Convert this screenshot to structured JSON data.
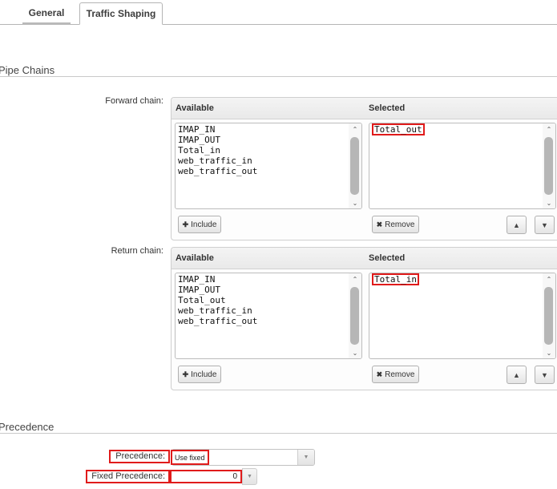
{
  "tabs": [
    {
      "id": "general",
      "label": "General",
      "active": false
    },
    {
      "id": "traffic-shaping",
      "label": "Traffic Shaping",
      "active": true
    }
  ],
  "sections": {
    "pipe_chains": {
      "legend": "Pipe Chains",
      "rows": [
        {
          "id": "forward-chain",
          "label": "Forward chain:",
          "available": {
            "header": "Available",
            "items": [
              "IMAP_IN",
              "IMAP_OUT",
              "Total_in",
              "web_traffic_in",
              "web_traffic_out"
            ],
            "include_button": "Include",
            "include_icon": "plus-icon"
          },
          "selected": {
            "header": "Selected",
            "items": [
              "Total_out"
            ],
            "highlighted_item": "Total_out",
            "remove_button": "Remove",
            "remove_icon": "cross-icon",
            "move_up_icon": "chevron-up-icon",
            "move_down_icon": "chevron-down-icon"
          }
        },
        {
          "id": "return-chain",
          "label": "Return chain:",
          "available": {
            "header": "Available",
            "items": [
              "IMAP_IN",
              "IMAP_OUT",
              "Total_out",
              "web_traffic_in",
              "web_traffic_out"
            ],
            "include_button": "Include",
            "include_icon": "plus-icon"
          },
          "selected": {
            "header": "Selected",
            "items": [
              "Total_in"
            ],
            "highlighted_item": "Total_in",
            "remove_button": "Remove",
            "remove_icon": "cross-icon",
            "move_up_icon": "chevron-up-icon",
            "move_down_icon": "chevron-down-icon"
          }
        }
      ]
    },
    "precedence": {
      "legend": "Precedence",
      "fields": [
        {
          "id": "precedence",
          "label": "Precedence:",
          "value": "Use fixed",
          "control": "dropdown",
          "arrow_icon": "caret-down-icon",
          "label_highlighted": true,
          "value_highlighted": true
        },
        {
          "id": "fixed-precedence",
          "label": "Fixed Precedence:",
          "value": "0",
          "control": "spinner",
          "arrow_icon": "caret-down-icon",
          "label_highlighted": true,
          "value_highlighted": true
        }
      ]
    }
  },
  "colors": {
    "highlight": "#e01b1b",
    "panel_border": "#cfcfcf",
    "header_text": "#333333"
  },
  "scrollbars": {
    "up_icon": "chevron-up-icon",
    "down_icon": "chevron-down-icon"
  }
}
